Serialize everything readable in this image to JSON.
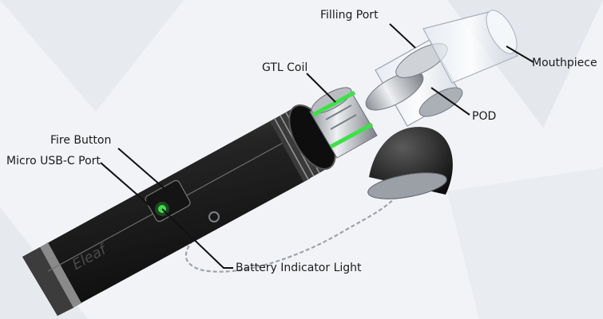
{
  "diagram": {
    "brand_logo": "Eleaf",
    "labels": {
      "filling_port": "Filling Port",
      "gtl_coil": "GTL Coil",
      "mouthpiece": "Mouthpiece",
      "pod": "POD",
      "fire_button": "Fire Button",
      "usb_port": "Micro USB-C Port",
      "battery_light": "Battery Indicator Light"
    },
    "colors": {
      "body": "#1a1a1a",
      "accent_green": "#3ee04a",
      "metal": "#c9ccd1",
      "background": "#f1f3f6"
    }
  }
}
